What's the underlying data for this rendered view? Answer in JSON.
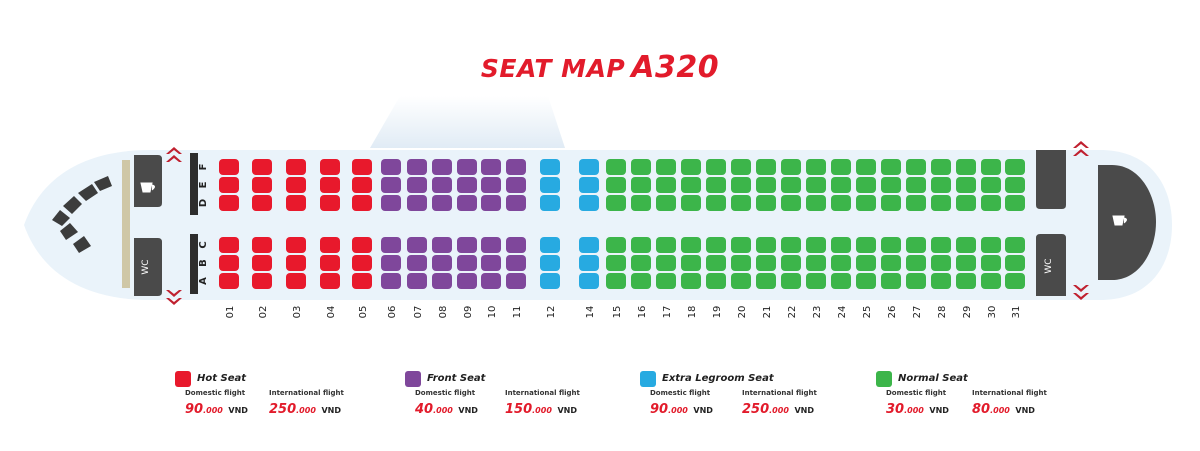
{
  "title": {
    "main": "SEAT MAP",
    "model": "A320"
  },
  "cabin": {
    "letters_top": [
      "D",
      "E",
      "F"
    ],
    "letters_bottom": [
      "A",
      "B",
      "C"
    ],
    "wc_front": "WC",
    "wc_rear": "WC",
    "rows": [
      {
        "num": "01",
        "type": "hot"
      },
      {
        "num": "02",
        "type": "hot"
      },
      {
        "num": "03",
        "type": "hot"
      },
      {
        "num": "04",
        "type": "hot"
      },
      {
        "num": "05",
        "type": "hot"
      },
      {
        "num": "06",
        "type": "front"
      },
      {
        "num": "07",
        "type": "front"
      },
      {
        "num": "08",
        "type": "front"
      },
      {
        "num": "09",
        "type": "front"
      },
      {
        "num": "10",
        "type": "front"
      },
      {
        "num": "11",
        "type": "front"
      },
      {
        "num": "12",
        "type": "extra"
      },
      {
        "num": "14",
        "type": "extra"
      },
      {
        "num": "15",
        "type": "normal"
      },
      {
        "num": "16",
        "type": "normal"
      },
      {
        "num": "17",
        "type": "normal"
      },
      {
        "num": "18",
        "type": "normal"
      },
      {
        "num": "19",
        "type": "normal"
      },
      {
        "num": "20",
        "type": "normal"
      },
      {
        "num": "21",
        "type": "normal"
      },
      {
        "num": "22",
        "type": "normal"
      },
      {
        "num": "23",
        "type": "normal"
      },
      {
        "num": "24",
        "type": "normal"
      },
      {
        "num": "25",
        "type": "normal"
      },
      {
        "num": "26",
        "type": "normal"
      },
      {
        "num": "27",
        "type": "normal"
      },
      {
        "num": "28",
        "type": "normal"
      },
      {
        "num": "29",
        "type": "normal"
      },
      {
        "num": "30",
        "type": "normal"
      },
      {
        "num": "31",
        "type": "normal"
      }
    ]
  },
  "colors": {
    "hot": "#e8192c",
    "front": "#7f479b",
    "extra": "#27aae1",
    "normal": "#3cb54a",
    "fuselage": "#eaf3fa",
    "dark": "#4a4a4a",
    "arrow": "#c0202f",
    "title": "#e21b2b"
  },
  "legend": [
    {
      "key": "hot",
      "name": "Hot Seat",
      "domestic_label": "Domestic flight",
      "domestic_main": "90",
      "domestic_rest": ".000",
      "domestic_cur": "VND",
      "intl_label": "International flight",
      "intl_main": "250",
      "intl_rest": ".000",
      "intl_cur": "VND"
    },
    {
      "key": "front",
      "name": "Front  Seat",
      "domestic_label": "Domestic flight",
      "domestic_main": "40",
      "domestic_rest": ".000",
      "domestic_cur": "VND",
      "intl_label": "International flight",
      "intl_main": "150",
      "intl_rest": ".000",
      "intl_cur": "VND"
    },
    {
      "key": "extra",
      "name": "Extra Legroom Seat",
      "domestic_label": "Domestic flight",
      "domestic_main": "90",
      "domestic_rest": ".000",
      "domestic_cur": "VND",
      "intl_label": "International flight",
      "intl_main": "250",
      "intl_rest": ".000",
      "intl_cur": "VND"
    },
    {
      "key": "normal",
      "name": "Normal Seat",
      "domestic_label": "Domestic flight",
      "domestic_main": "30",
      "domestic_rest": ".000",
      "domestic_cur": "VND",
      "intl_label": "International flight",
      "intl_main": "80",
      "intl_rest": ".000",
      "intl_cur": "VND"
    }
  ]
}
